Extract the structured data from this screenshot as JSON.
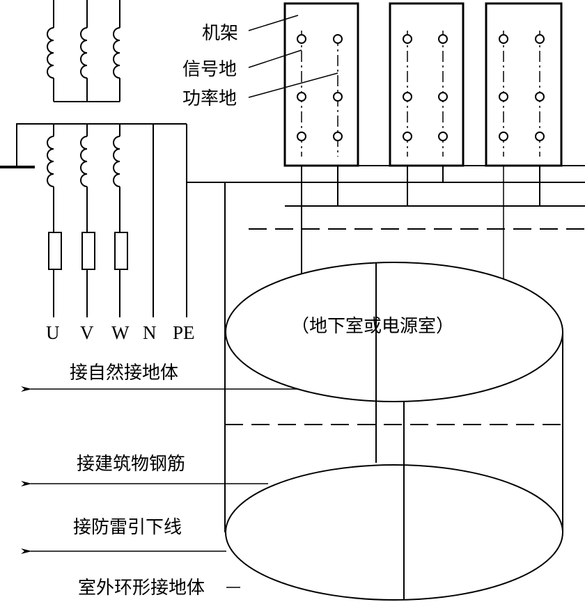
{
  "labels": {
    "rack": "机架",
    "signal_ground": "信号地",
    "power_ground": "功率地",
    "room": "（地下室或电源室）",
    "natural_ground": "接自然接地体",
    "building_rebar": "接建筑物钢筋",
    "lightning_down": "接防雷引下线",
    "ring_ground": "室外环形接地体"
  },
  "terminals": [
    "U",
    "V",
    "W",
    "N",
    "PE"
  ]
}
